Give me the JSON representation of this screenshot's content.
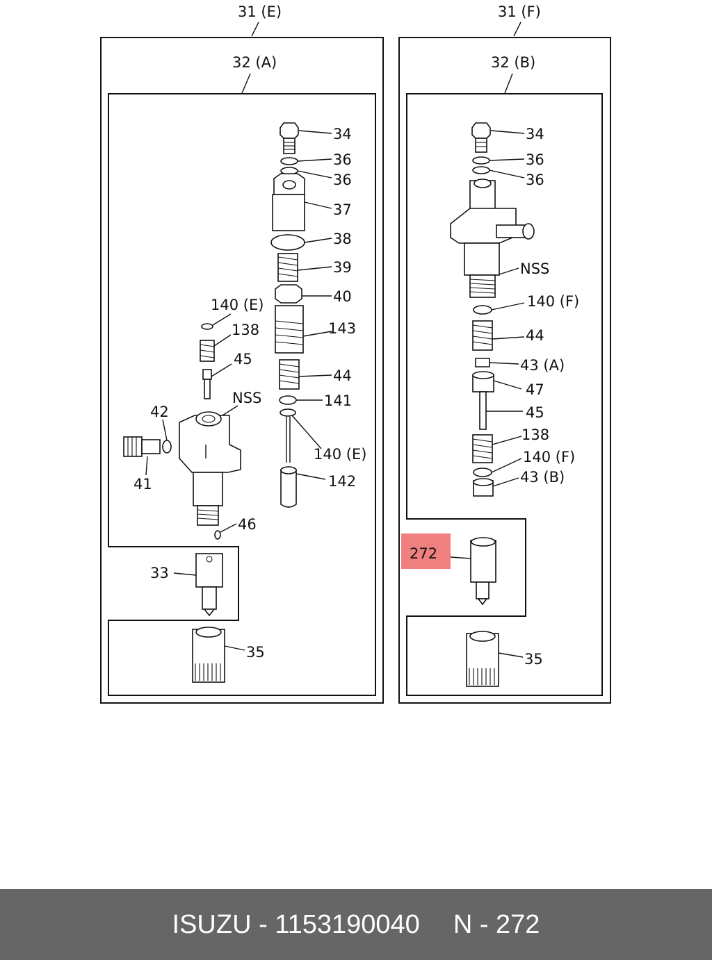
{
  "callouts": {
    "c31e": "31 (E)",
    "c32a": "32 (A)",
    "c34a": "34",
    "c36a1": "36",
    "c36a2": "36",
    "c37": "37",
    "c38": "38",
    "c39": "39",
    "c40": "40",
    "c140e_top": "140 (E)",
    "c138a": "138",
    "c143": "143",
    "c45a": "45",
    "c44a": "44",
    "c141": "141",
    "cnss_a": "NSS",
    "c42": "42",
    "c140e_bot": "140 (E)",
    "c41": "41",
    "c142": "142",
    "c46": "46",
    "c33": "33",
    "c35a": "35",
    "c31f": "31 (F)",
    "c32b": "32 (B)",
    "c34b": "34",
    "c36b1": "36",
    "c36b2": "36",
    "cnss_b": "NSS",
    "c140f_top": "140 (F)",
    "c44b": "44",
    "c43a": "43 (A)",
    "c47": "47",
    "c45b": "45",
    "c138b": "138",
    "c140f_bot": "140 (F)",
    "c43b": "43 (B)",
    "c272": "272",
    "c35b": "35"
  },
  "highlight_color": "#f08080",
  "footer": {
    "brand_part": "ISUZU - 1153190040",
    "ref": "N - 272"
  }
}
